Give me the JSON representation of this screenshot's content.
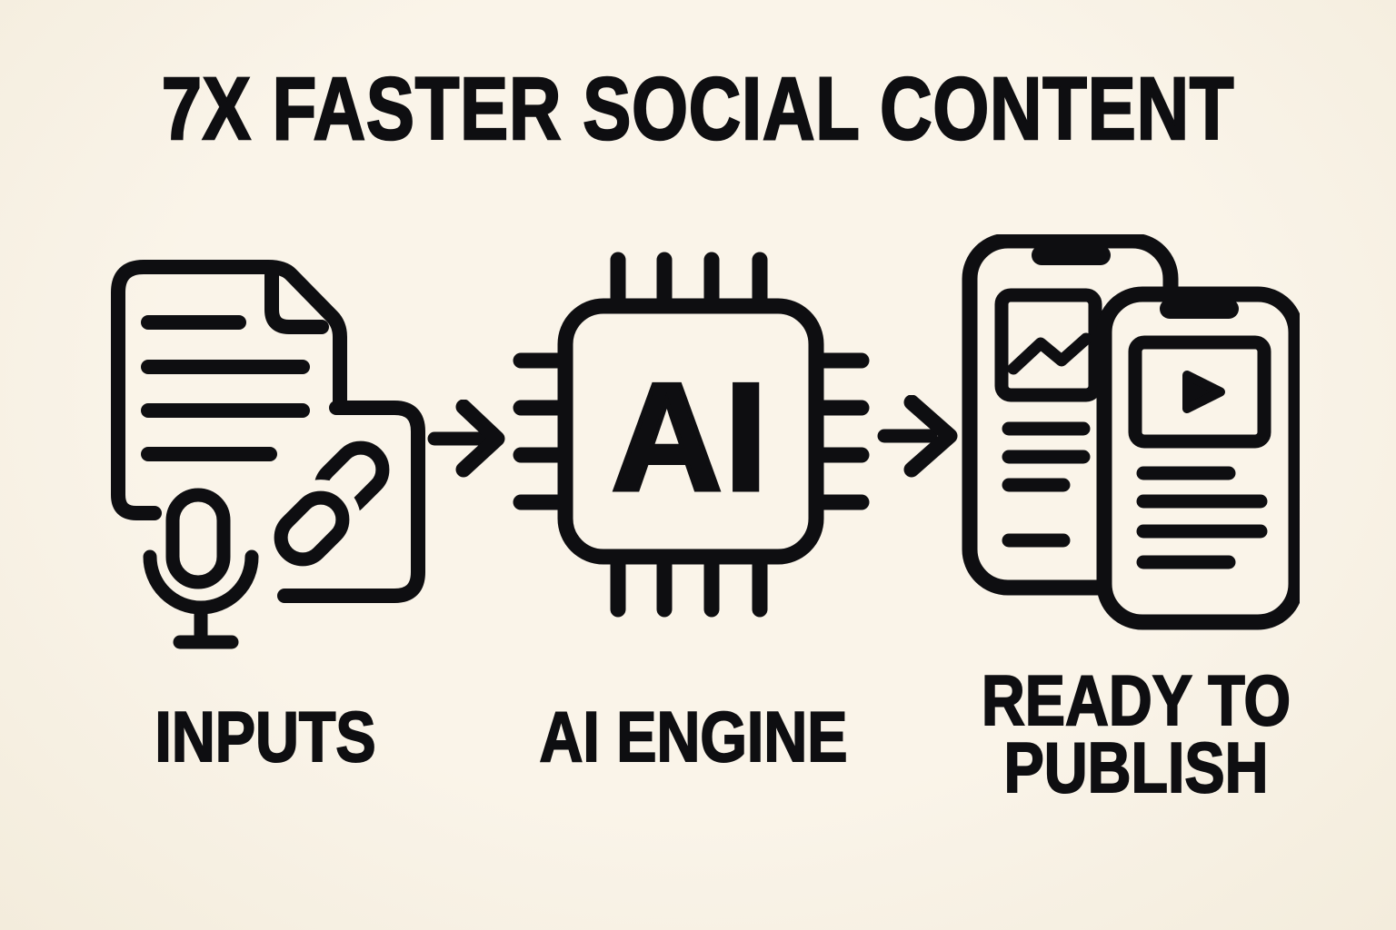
{
  "canvas": {
    "background": "#faf4e9",
    "background_edge": "#f3ecdc",
    "ink": "#0e0e11"
  },
  "title": "7X FASTER SOCIAL CONTENT",
  "flow": {
    "steps": [
      {
        "label": "INPUTS",
        "icon": "documents-mic-link-icon"
      },
      {
        "label": "AI ENGINE",
        "icon": "ai-chip-icon",
        "chip_text": "AI"
      },
      {
        "label": "READY TO PUBLISH",
        "icon": "phones-content-icon"
      }
    ],
    "connectors": [
      {
        "icon": "arrow-right-icon"
      },
      {
        "icon": "arrow-right-icon"
      }
    ]
  }
}
